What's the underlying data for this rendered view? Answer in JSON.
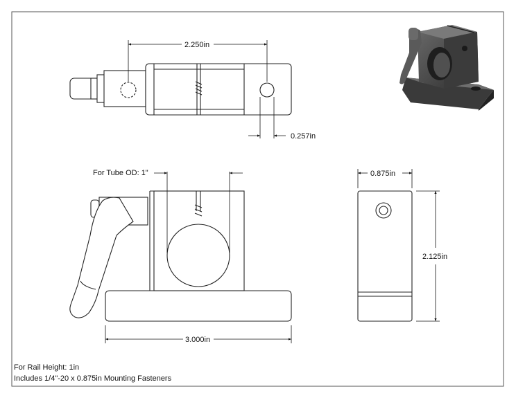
{
  "dimensions": {
    "top_length": "2.250in",
    "hole_diameter": "0.257in",
    "tube_od": "For Tube OD: 1\"",
    "side_width": "0.875in",
    "height": "2.125in",
    "base_length": "3.000in"
  },
  "notes": {
    "rail_height": "For Rail Height: 1in",
    "fasteners": "Includes 1/4\"-20 x 0.875in Mounting Fasteners"
  }
}
